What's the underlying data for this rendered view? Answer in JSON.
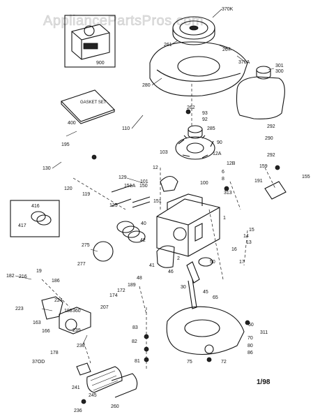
{
  "watermark": "AppliancePartsPros.com",
  "revision": "1/98",
  "gasket_set_text": "GASKET SET",
  "callouts": [
    "370K",
    "261",
    "267",
    "370A",
    "301",
    "300",
    "280",
    "900",
    "400",
    "262",
    "93",
    "92",
    "285",
    "90",
    "292",
    "110",
    "290",
    "292",
    "195",
    "103",
    "12A",
    "12B",
    "12",
    "130",
    "129",
    "101",
    "151A",
    "150",
    "100",
    "6",
    "8",
    "313",
    "159",
    "191",
    "155",
    "120",
    "119",
    "125",
    "151",
    "416",
    "40",
    "417",
    "15",
    "14",
    "13",
    "16",
    "17",
    "275",
    "42",
    "1",
    "41",
    "2",
    "46",
    "50",
    "277",
    "182",
    "216",
    "19",
    "186",
    "189",
    "172",
    "174",
    "48",
    "30",
    "45",
    "65",
    "224",
    "207",
    "188",
    "360",
    "223",
    "163",
    "166",
    "239",
    "233",
    "37OD",
    "178",
    "83",
    "60",
    "82",
    "311",
    "70",
    "80",
    "86",
    "75",
    "72",
    "81",
    "241",
    "245",
    "260",
    "236"
  ]
}
